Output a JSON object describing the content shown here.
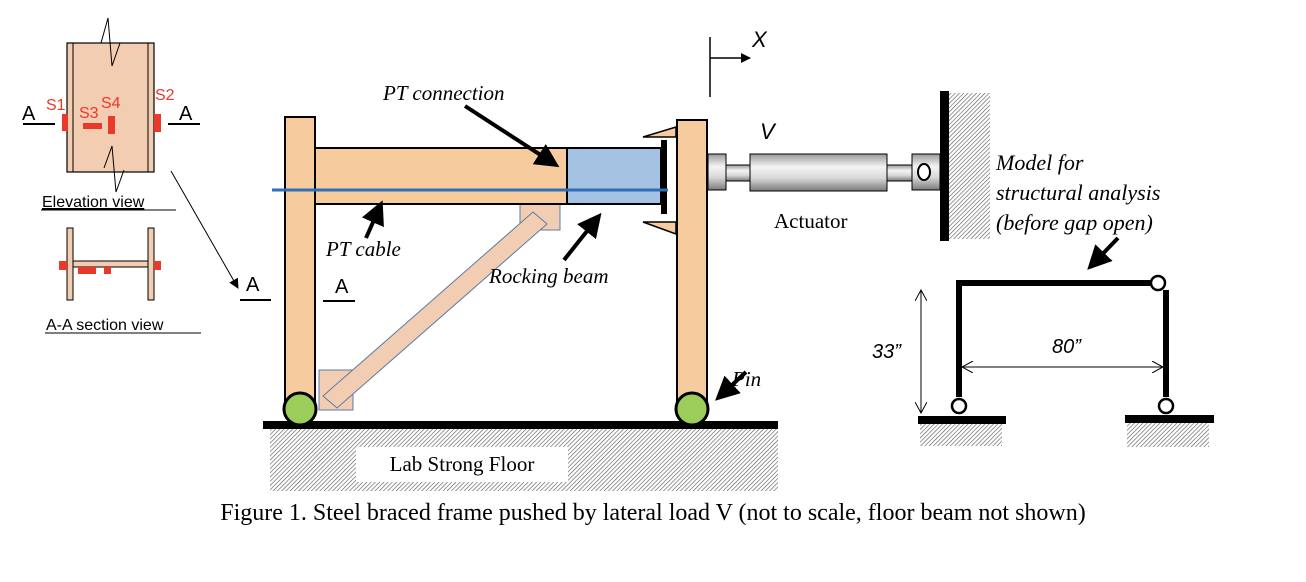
{
  "figure": {
    "caption": "Figure 1. Steel braced frame pushed by lateral load V (not to scale, floor beam not shown)"
  },
  "elevation_view": {
    "title": "Elevation view",
    "section_mark_left": "A",
    "section_mark_right": "A",
    "sensors": [
      "S1",
      "S2",
      "S3",
      "S4"
    ]
  },
  "section_view": {
    "title": "A-A section view"
  },
  "main_frame": {
    "section_mark_left": "A",
    "section_mark_right": "A",
    "labels": {
      "pt_connection": "PT connection",
      "pt_cable": "PT cable",
      "rocking_beam": "Rocking beam",
      "pin": "Pin",
      "actuator": "Actuator",
      "load": "V",
      "x_axis": "X",
      "floor": "Lab Strong Floor"
    }
  },
  "model": {
    "title_line1": "Model for",
    "title_line2": "structural analysis",
    "title_line3": "(before gap open)",
    "height_dim": "33”",
    "span_dim": "80”"
  },
  "colors": {
    "member_fill": "#f6cb9d",
    "brace_fill": "#f2cdb2",
    "rocking_beam_fill": "#a4c2e2",
    "pt_cable": "#2e6fb8",
    "pin_fill": "#9ccc5a",
    "sensor_red": "#e8392b",
    "section_fill": "#f2cdb2"
  }
}
